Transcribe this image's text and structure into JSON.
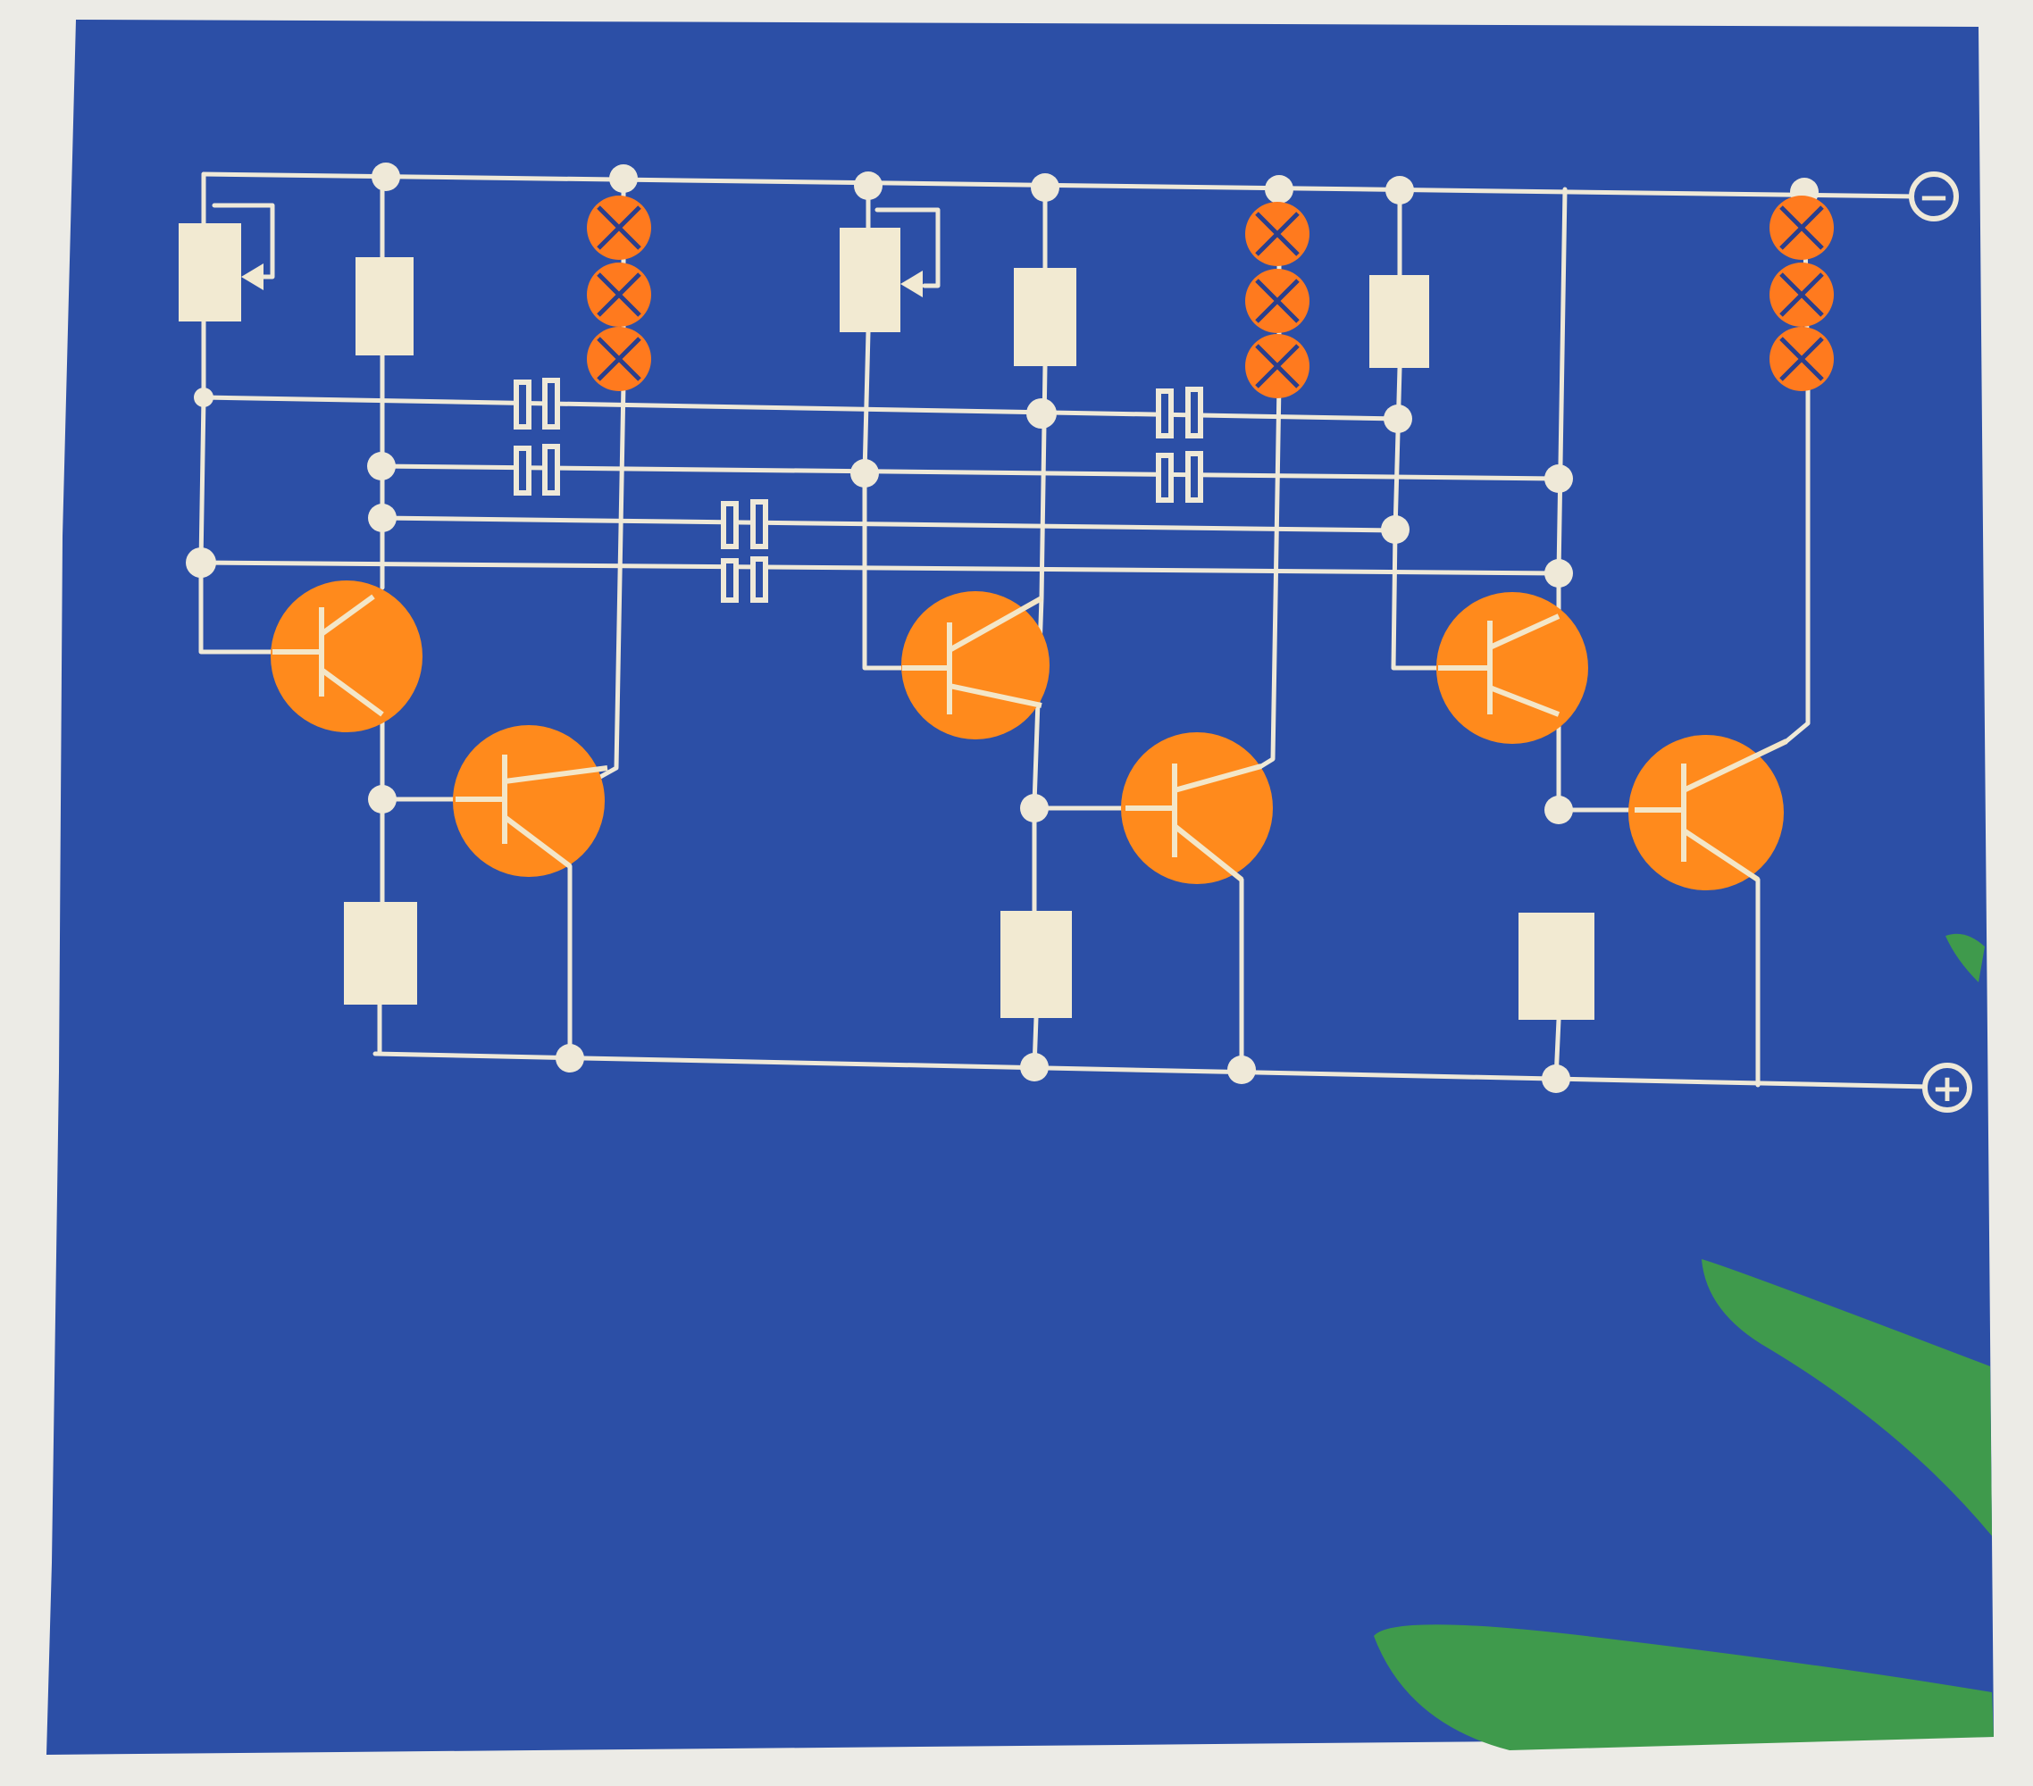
{
  "terminals": {
    "negative": {
      "symbol": "−"
    },
    "positive": {
      "symbol": "+"
    }
  },
  "colors": {
    "paper": "#ecebe6",
    "board": "#2c4fa6",
    "wire": "#efe9d8",
    "component": "#f2ead2",
    "transistor": "#ff8a1c",
    "lamp": "#ff7a1e",
    "lamp_cross": "#2a3e8c",
    "leaf": "#3f9a4c"
  },
  "components": {
    "stages": 3,
    "transistors_per_stage": 2,
    "lamps_per_string": 3,
    "resistor_icon": "resistor-icon",
    "potentiometer_icon": "potentiometer-icon",
    "capacitor_icon": "capacitor-icon",
    "lamp_icon": "lamp-icon",
    "transistor_icon": "transistor-icon"
  }
}
